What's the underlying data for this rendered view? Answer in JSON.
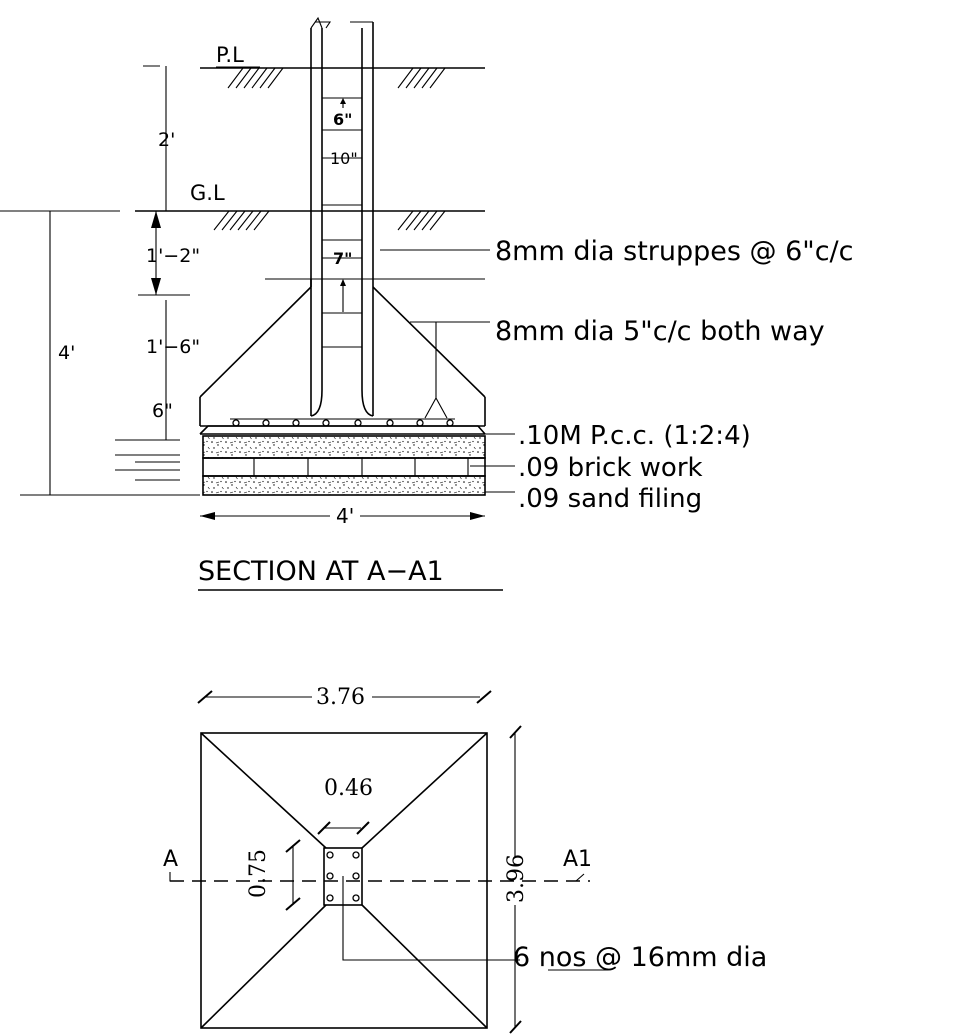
{
  "section": {
    "pl_label": "P.L",
    "gl_label": "G.L",
    "dim_2ft": "2'",
    "dim_1ft2": "1'−2\"",
    "dim_1ft6": "1'−6\"",
    "dim_6in_left": "6\"",
    "dim_4ft_left": "4'",
    "dim_6in_col": "6\"",
    "dim_10in": "10\"",
    "dim_7in": "7\"",
    "dim_4ft_bottom": "4'",
    "note_stirrups": "8mm dia struppes @ 6\"c/c",
    "note_bothway": "8mm dia 5\"c/c both way",
    "note_pcc": ".10M P.c.c. (1:2:4)",
    "note_brick": ".09 brick work",
    "note_sand": ".09 sand filing",
    "title": "SECTION AT A−A1"
  },
  "plan": {
    "dim_width": "3.76",
    "dim_col": "0.46",
    "dim_075": "0.75",
    "dim_height": "3.96",
    "mark_a": "A",
    "mark_a1": "A1",
    "note_bars": "6 nos @ 16mm dia"
  }
}
